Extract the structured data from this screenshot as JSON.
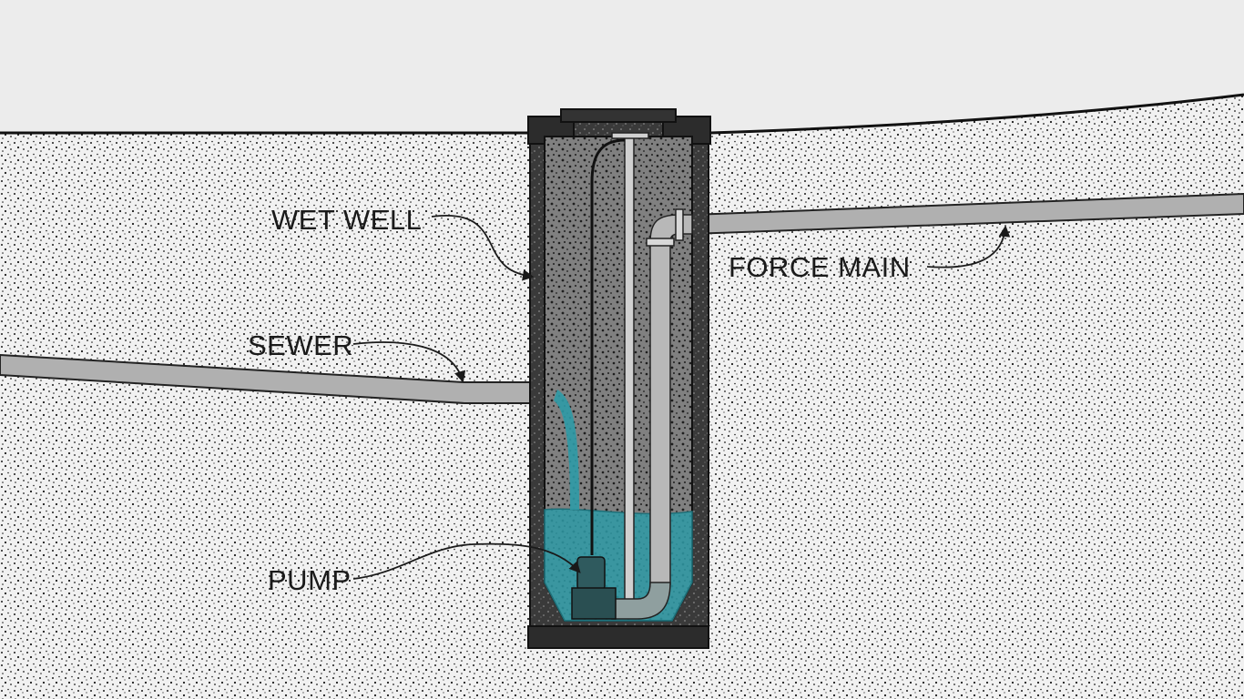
{
  "labels": {
    "wet_well": "WET WELL",
    "force_main": "FORCE MAIN",
    "sewer": "SEWER",
    "pump": "PUMP"
  },
  "colors": {
    "sky": "#ececec",
    "soil": "#f1f1f1",
    "soil_speckle": "#1a1a1a",
    "well_wall": "#3a3a3a",
    "well_interior": "#7f7f7f",
    "pipe": "#b0b0b0",
    "pipe_outline": "#222222",
    "water": "#2e9aa6",
    "pump": "#2f5a5e"
  },
  "icons": {
    "leader_arrow": "curved-arrow"
  }
}
